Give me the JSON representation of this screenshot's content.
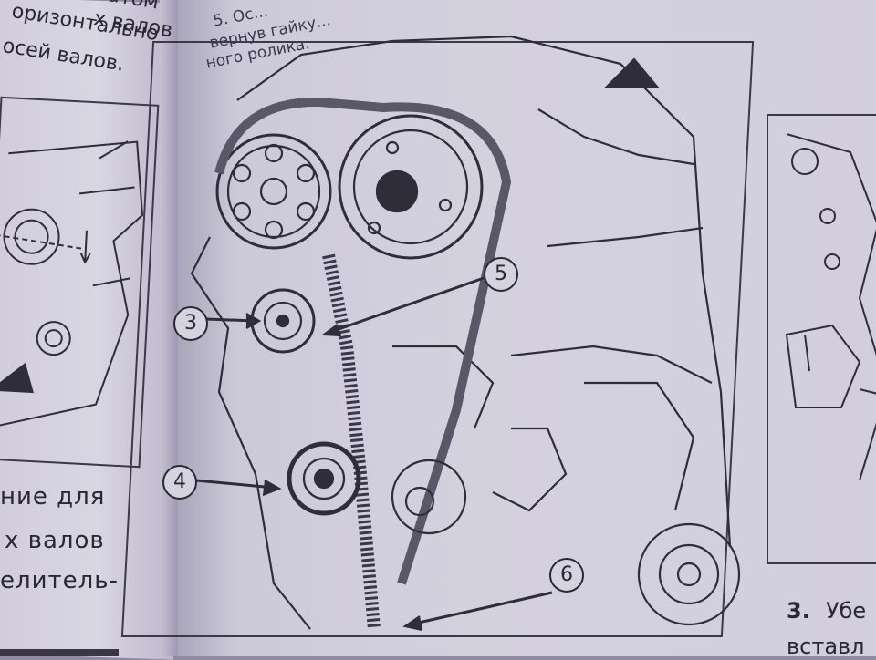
{
  "left_page": {
    "top_lines": [
      "атом",
      "х валов",
      "оризонтально",
      "осей валов."
    ],
    "bottom_lines": [
      "ние  для",
      "х  валов",
      "елитель-"
    ]
  },
  "main_figure": {
    "caption_lines": [
      "5. Ос...",
      "вернув гайку...",
      "ного ролика."
    ],
    "callouts": {
      "c3": "3",
      "c4": "4",
      "c5": "5",
      "c6": "6"
    }
  },
  "right_page": {
    "step_number": "3.",
    "step_text": "Убе",
    "step_text2": "вставл"
  },
  "colors": {
    "paper": "#d4d1df",
    "ink": "#2a2834"
  }
}
